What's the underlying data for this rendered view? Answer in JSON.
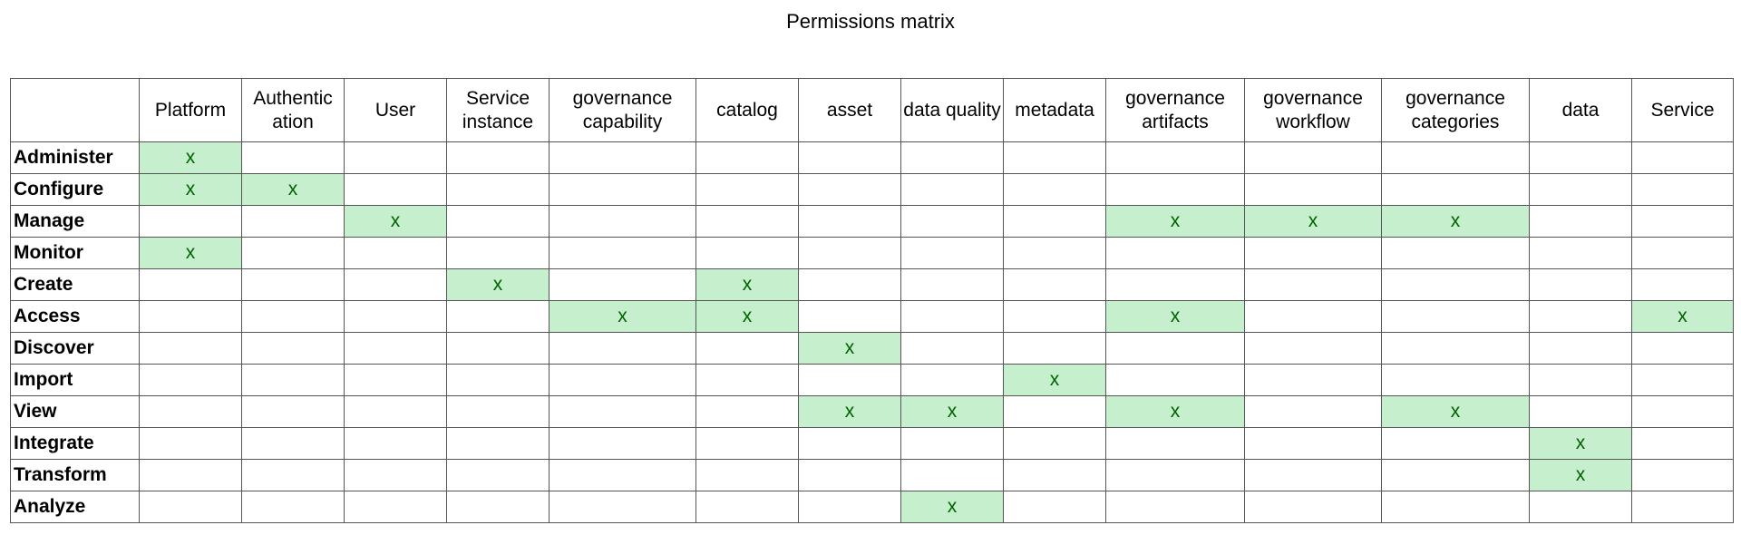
{
  "title": "Permissions matrix",
  "colors": {
    "granted_fill": "#c6efce",
    "granted_text": "#006100",
    "grid_border": "#555555"
  },
  "mark": "x",
  "columns": [
    "Platform",
    "Authentic ation",
    "User",
    "Service instance",
    "governance capability",
    "catalog",
    "asset",
    "data quality",
    "metadata",
    "governance artifacts",
    "governance workflow",
    "governance categories",
    "data",
    "Service"
  ],
  "rows": [
    {
      "label": "Administer",
      "marks": [
        1,
        0,
        0,
        0,
        0,
        0,
        0,
        0,
        0,
        0,
        0,
        0,
        0,
        0
      ]
    },
    {
      "label": "Configure",
      "marks": [
        1,
        1,
        0,
        0,
        0,
        0,
        0,
        0,
        0,
        0,
        0,
        0,
        0,
        0
      ]
    },
    {
      "label": "Manage",
      "marks": [
        0,
        0,
        1,
        0,
        0,
        0,
        0,
        0,
        0,
        1,
        1,
        1,
        0,
        0
      ]
    },
    {
      "label": "Monitor",
      "marks": [
        1,
        0,
        0,
        0,
        0,
        0,
        0,
        0,
        0,
        0,
        0,
        0,
        0,
        0
      ]
    },
    {
      "label": "Create",
      "marks": [
        0,
        0,
        0,
        1,
        0,
        1,
        0,
        0,
        0,
        0,
        0,
        0,
        0,
        0
      ]
    },
    {
      "label": "Access",
      "marks": [
        0,
        0,
        0,
        0,
        1,
        1,
        0,
        0,
        0,
        1,
        0,
        0,
        0,
        1
      ]
    },
    {
      "label": "Discover",
      "marks": [
        0,
        0,
        0,
        0,
        0,
        0,
        1,
        0,
        0,
        0,
        0,
        0,
        0,
        0
      ]
    },
    {
      "label": "Import",
      "marks": [
        0,
        0,
        0,
        0,
        0,
        0,
        0,
        0,
        1,
        0,
        0,
        0,
        0,
        0
      ]
    },
    {
      "label": "View",
      "marks": [
        0,
        0,
        0,
        0,
        0,
        0,
        1,
        1,
        0,
        1,
        0,
        1,
        0,
        0
      ]
    },
    {
      "label": "Integrate",
      "marks": [
        0,
        0,
        0,
        0,
        0,
        0,
        0,
        0,
        0,
        0,
        0,
        0,
        1,
        0
      ]
    },
    {
      "label": "Transform",
      "marks": [
        0,
        0,
        0,
        0,
        0,
        0,
        0,
        0,
        0,
        0,
        0,
        0,
        1,
        0
      ]
    },
    {
      "label": "Analyze",
      "marks": [
        0,
        0,
        0,
        0,
        0,
        0,
        0,
        1,
        0,
        0,
        0,
        0,
        0,
        0
      ]
    }
  ]
}
